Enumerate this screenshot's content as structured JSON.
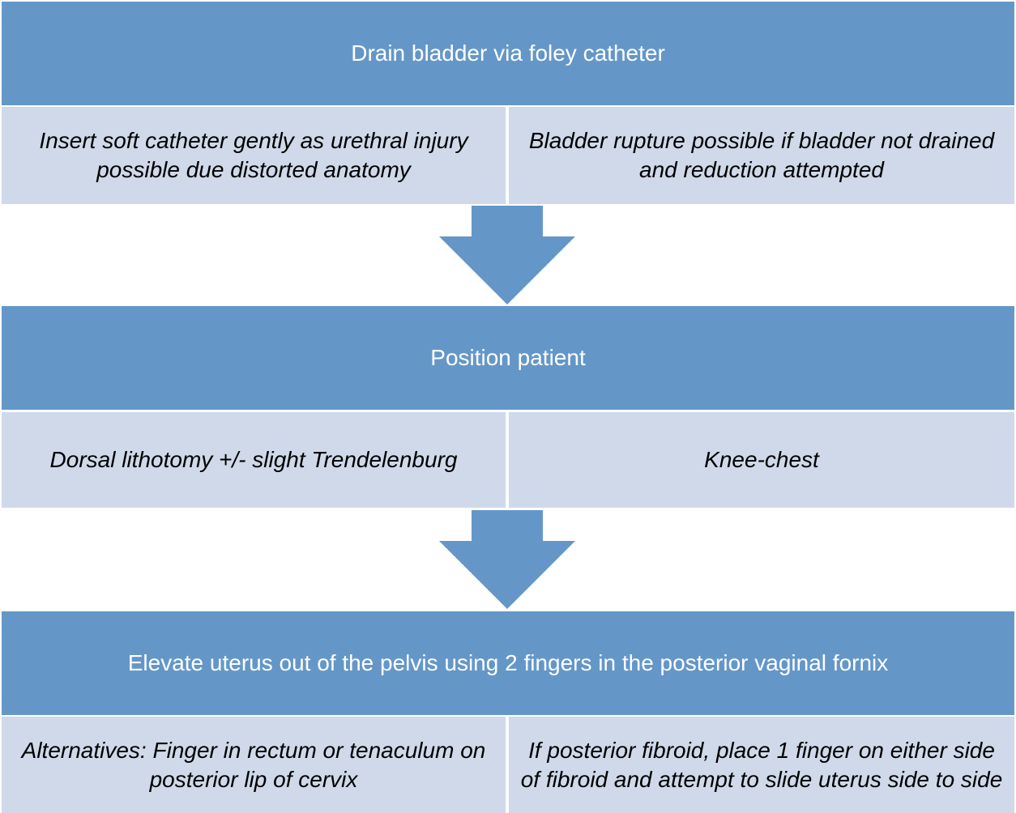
{
  "steps": [
    {
      "title": "Drain bladder via foley catheter",
      "left_note": "Insert soft catheter gently as urethral injury possible due distorted anatomy",
      "right_note": "Bladder rupture possible if bladder not drained and reduction attempted"
    },
    {
      "title": "Position patient",
      "left_note": "Dorsal lithotomy +/- slight Trendelenburg",
      "right_note": "Knee-chest"
    },
    {
      "title": "Elevate uterus out of the pelvis using 2 fingers in the posterior vaginal fornix",
      "left_note": "Alternatives: Finger in rectum or tenaculum on posterior lip of cervix",
      "right_note": "If posterior fibroid, place 1 finger on either side of fibroid and attempt to slide uterus side to side"
    }
  ],
  "colors": {
    "header": "#6497c8",
    "cell": "#cfd9ea",
    "arrow": "#6497c8"
  }
}
